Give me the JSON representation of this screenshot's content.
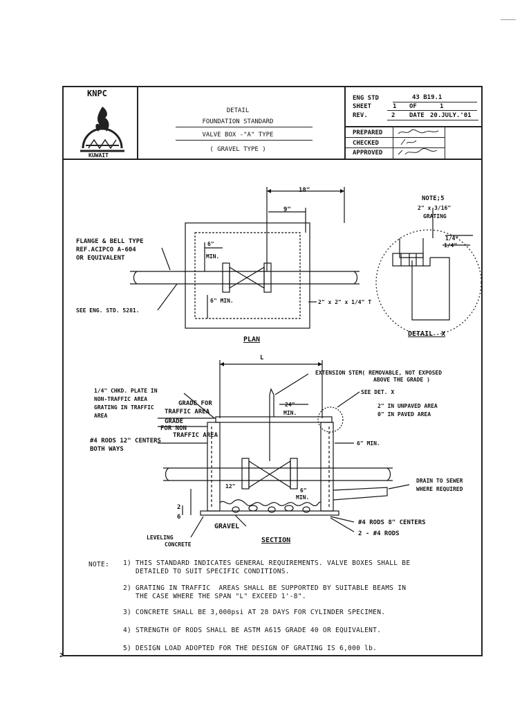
{
  "header": {
    "company": "KNPC",
    "logo_caption": "KUWAIT",
    "title_lines": [
      "DETAIL",
      "FOUNDATION STANDARD",
      "VALVE BOX -\"A\" TYPE",
      "( GRAVEL TYPE )"
    ],
    "eng_std_label": "ENG STD",
    "eng_std_value": "43 B19.1",
    "sheet_label": "SHEET",
    "sheet_value": "1",
    "of_label": "OF",
    "of_value": "1",
    "rev_label": "REV.",
    "rev_value": "2",
    "date_label": "DATE",
    "date_value": "20.JULY.'01",
    "prepared_label": "PREPARED",
    "checked_label": "CHECKED",
    "approved_label": "APPROVED"
  },
  "plan": {
    "caption": "PLAN",
    "dim_18": "18\"",
    "dim_9": "9\"",
    "dim_6_top": "6\"",
    "min_top": "MIN.",
    "dim_6_min_bottom": "6\" MIN.",
    "flange_note": [
      "FLANGE & BELL TYPE",
      "REF.ACIPCO A-604",
      "OR EQUIVALENT"
    ],
    "see_eng": "SEE ENG. STD. 5281.",
    "angle_note": "2\" x 2\" x 1/4\" T"
  },
  "detail_x": {
    "caption": "DETAIL  X",
    "note": "NOTE;5",
    "grating": [
      "2\" x 3/16\"",
      "GRATING"
    ],
    "small_dims": [
      "1/4\"",
      "1/4\""
    ]
  },
  "section": {
    "caption": "SECTION",
    "dim_L": "L",
    "extension_stem": [
      "EXTENSION STEM( REMOVABLE, NOT EXPOSED",
      "ABOVE THE GRADE )"
    ],
    "see_det": "SEE DET. X",
    "unpaved": "2\" IN UNPAVED AREA",
    "paved": "0\" IN PAVED AREA",
    "chkd_plate": [
      "1/4\" CHKD. PLATE IN",
      "NON-TRAFFIC AREA",
      "GRATING IN TRAFFIC",
      "AREA"
    ],
    "grade_traffic": [
      "GRADE FOR",
      "TRAFFIC AREA"
    ],
    "grade_non": [
      "GRADE",
      "FOR NON",
      "TRAFFIC AREA"
    ],
    "dim_24": "24\"",
    "min_24": "MIN.",
    "rods_12": [
      "#4 RODS 12\" CENTERS",
      "BOTH WAYS"
    ],
    "dim_6_min": "6\" MIN.",
    "drain": [
      "DRAIN TO SEWER",
      "WHERE REQUIRED"
    ],
    "dim_12": "12\"",
    "dim_6_bottom": "6\"",
    "min_bottom": "MIN.",
    "dim_2": "2",
    "dim_6_side": "6",
    "gravel": "GRAVEL",
    "leveling": [
      "LEVELING",
      "CONCRETE"
    ],
    "rods_8": "#4 RODS 8\" CENTERS",
    "rods_2": "2 - #4 RODS"
  },
  "notes": {
    "label": "NOTE:",
    "items": [
      "1) THIS STANDARD INDICATES GENERAL REQUIREMENTS. VALVE BOXES SHALL BE\n   DETAILED TO SUIT SPECIFIC CONDITIONS.",
      "2) GRATING IN TRAFFIC  AREAS SHALL BE SUPPORTED BY SUITABLE BEAMS IN\n   THE CASE WHERE THE SPAN \"L\" EXCEED 1'-8\".",
      "3) CONCRETE SHALL BE 3,000psi AT 28 DAYS FOR CYLINDER SPECIMEN.",
      "4) STRENGTH OF RODS SHALL BE ASTM A615 GRADE 40 OR EQUIVALENT.",
      "5) DESIGN LOAD ADOPTED FOR THE DESIGN OF GRATING IS 6,000 lb."
    ]
  },
  "page_marks": {
    "corner": "2"
  },
  "colors": {
    "ink": "#111111",
    "paper": "#ffffff"
  }
}
